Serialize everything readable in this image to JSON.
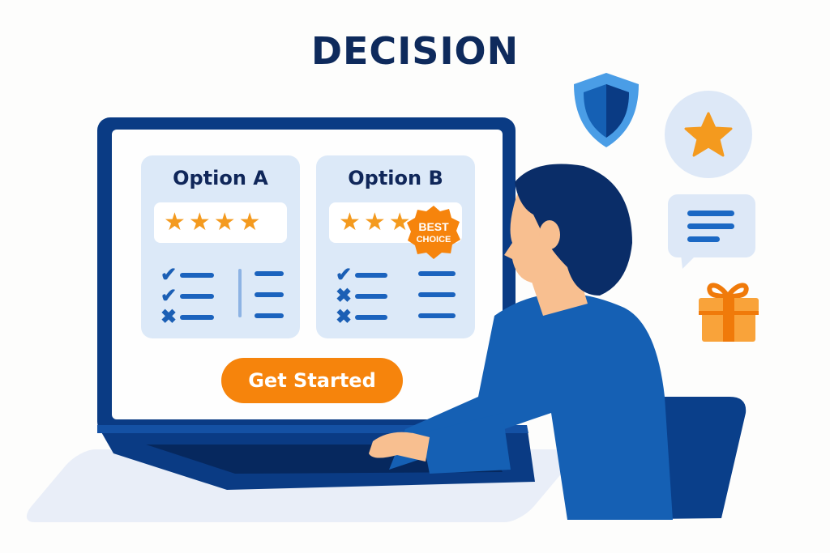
{
  "title": "DECISION",
  "screen": {
    "option_a": {
      "label": "Option A",
      "stars": "★★★★",
      "rows": [
        {
          "mark": "✔",
          "status": "check"
        },
        {
          "mark": "✔",
          "status": "check"
        },
        {
          "mark": "✖",
          "status": "cross"
        }
      ]
    },
    "option_b": {
      "label": "Option B",
      "stars": "★★★",
      "badge_line1": "BEST",
      "badge_line2": "CHOICE",
      "rows": [
        {
          "mark": "✔",
          "status": "check"
        },
        {
          "mark": "✖",
          "status": "cross"
        },
        {
          "mark": "✖",
          "status": "cross"
        }
      ]
    },
    "cta_label": "Get Started"
  },
  "side_icons": [
    "shield-icon",
    "star-icon",
    "chat-bubble-icon",
    "gift-icon"
  ],
  "colors": {
    "navy": "#0a3b84",
    "title": "#0e2a5c",
    "accent_orange": "#f6840c",
    "star": "#f49a1e",
    "card_bg": "#dce9f8",
    "shirt": "#1560b4"
  }
}
